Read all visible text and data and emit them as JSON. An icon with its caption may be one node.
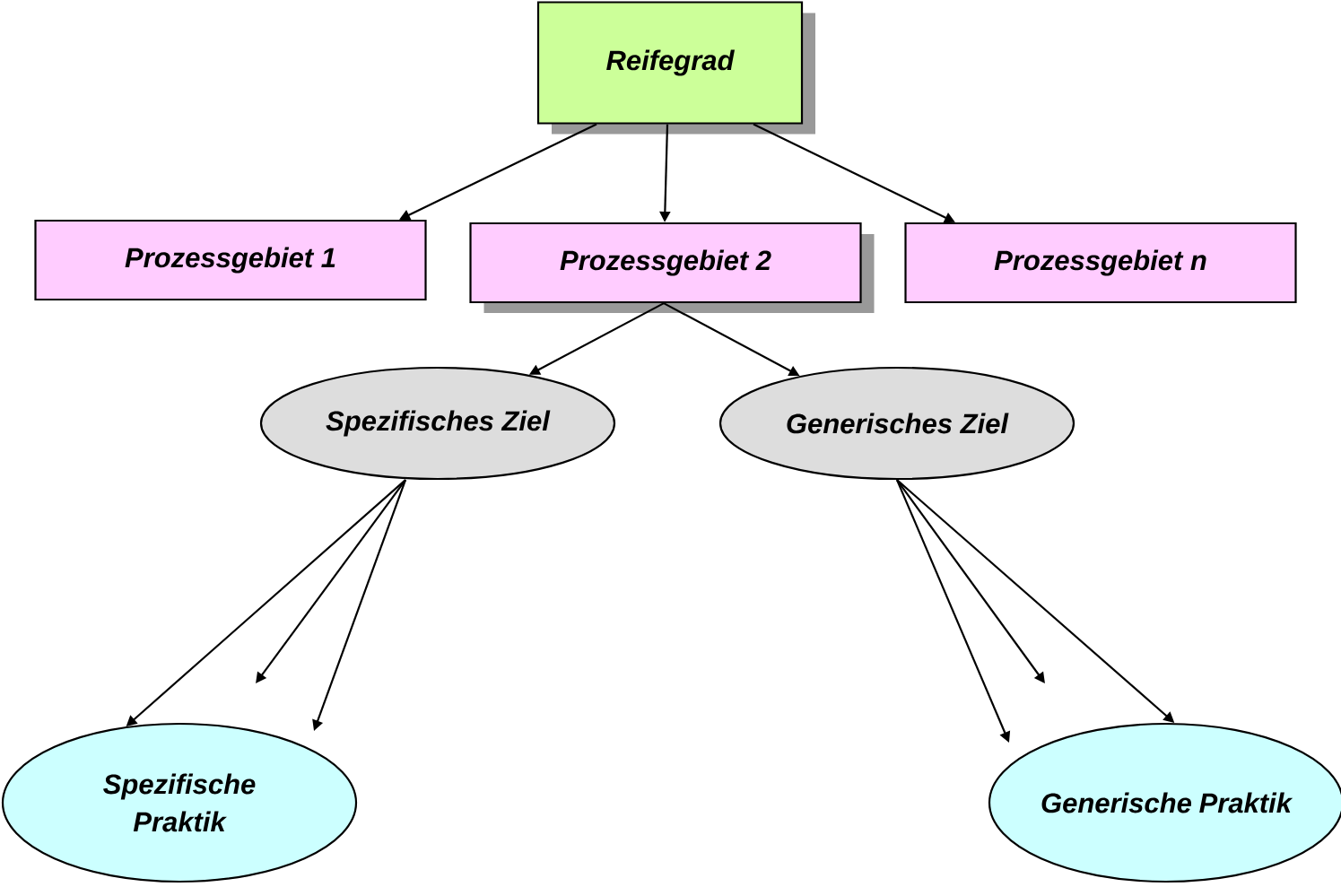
{
  "diagram": {
    "nodes": [
      {
        "text": [
          "Reifegrad"
        ]
      },
      {
        "text": [
          "Prozessgebiet 1"
        ]
      },
      {
        "text": [
          "Prozessgebiet 2"
        ]
      },
      {
        "text": [
          "Prozessgebiet n"
        ]
      },
      {
        "text": [
          "Spezifisches Ziel"
        ]
      },
      {
        "text": [
          "Generisches Ziel"
        ]
      },
      {
        "text": [
          "Spezifische Praktik"
        ]
      },
      {
        "text": [
          "Generische Praktik"
        ]
      }
    ],
    "edges": [
      {
        "from": 0,
        "to": 1,
        "arrow": "to"
      },
      {
        "from": 0,
        "to": 2,
        "arrow": "to"
      },
      {
        "from": 0,
        "to": 3,
        "arrow": "to"
      },
      {
        "from": 2,
        "to": 4,
        "arrow": "to"
      },
      {
        "from": 2,
        "to": 5,
        "arrow": "to"
      },
      {
        "from": 4,
        "to": 6,
        "arrow": "to"
      },
      {
        "from": 4,
        "to": null,
        "arrow": "to"
      },
      {
        "from": 4,
        "to": null,
        "arrow": "to"
      },
      {
        "from": 5,
        "to": null,
        "arrow": "to"
      },
      {
        "from": 5,
        "to": null,
        "arrow": "to"
      },
      {
        "from": 5,
        "to": 7,
        "arrow": "to"
      }
    ]
  }
}
